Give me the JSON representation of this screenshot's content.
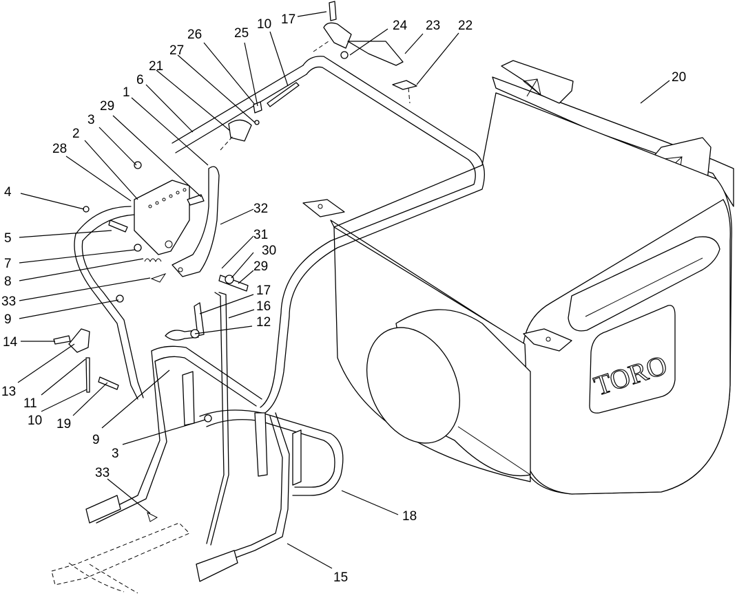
{
  "brand": "TORO",
  "callouts": [
    {
      "id": "c17a",
      "text": "17"
    },
    {
      "id": "c26",
      "text": "26"
    },
    {
      "id": "c25",
      "text": "25"
    },
    {
      "id": "c10a",
      "text": "10"
    },
    {
      "id": "c24",
      "text": "24"
    },
    {
      "id": "c23",
      "text": "23"
    },
    {
      "id": "c22",
      "text": "22"
    },
    {
      "id": "c27",
      "text": "27"
    },
    {
      "id": "c21",
      "text": "21"
    },
    {
      "id": "c6",
      "text": "6"
    },
    {
      "id": "c20",
      "text": "20"
    },
    {
      "id": "c1",
      "text": "1"
    },
    {
      "id": "c29a",
      "text": "29"
    },
    {
      "id": "c3a",
      "text": "3"
    },
    {
      "id": "c2",
      "text": "2"
    },
    {
      "id": "c28",
      "text": "28"
    },
    {
      "id": "c4",
      "text": "4"
    },
    {
      "id": "c32",
      "text": "32"
    },
    {
      "id": "c5",
      "text": "5"
    },
    {
      "id": "c31",
      "text": "31"
    },
    {
      "id": "c30",
      "text": "30"
    },
    {
      "id": "c7",
      "text": "7"
    },
    {
      "id": "c29b",
      "text": "29"
    },
    {
      "id": "c8",
      "text": "8"
    },
    {
      "id": "c17b",
      "text": "17"
    },
    {
      "id": "c33a",
      "text": "33"
    },
    {
      "id": "c16",
      "text": "16"
    },
    {
      "id": "c9a",
      "text": "9"
    },
    {
      "id": "c12",
      "text": "12"
    },
    {
      "id": "c14",
      "text": "14"
    },
    {
      "id": "c13",
      "text": "13"
    },
    {
      "id": "c11",
      "text": "11"
    },
    {
      "id": "c10b",
      "text": "10"
    },
    {
      "id": "c19",
      "text": "19"
    },
    {
      "id": "c9b",
      "text": "9"
    },
    {
      "id": "c3b",
      "text": "3"
    },
    {
      "id": "c33b",
      "text": "33"
    },
    {
      "id": "c18",
      "text": "18"
    },
    {
      "id": "c15",
      "text": "15"
    }
  ]
}
